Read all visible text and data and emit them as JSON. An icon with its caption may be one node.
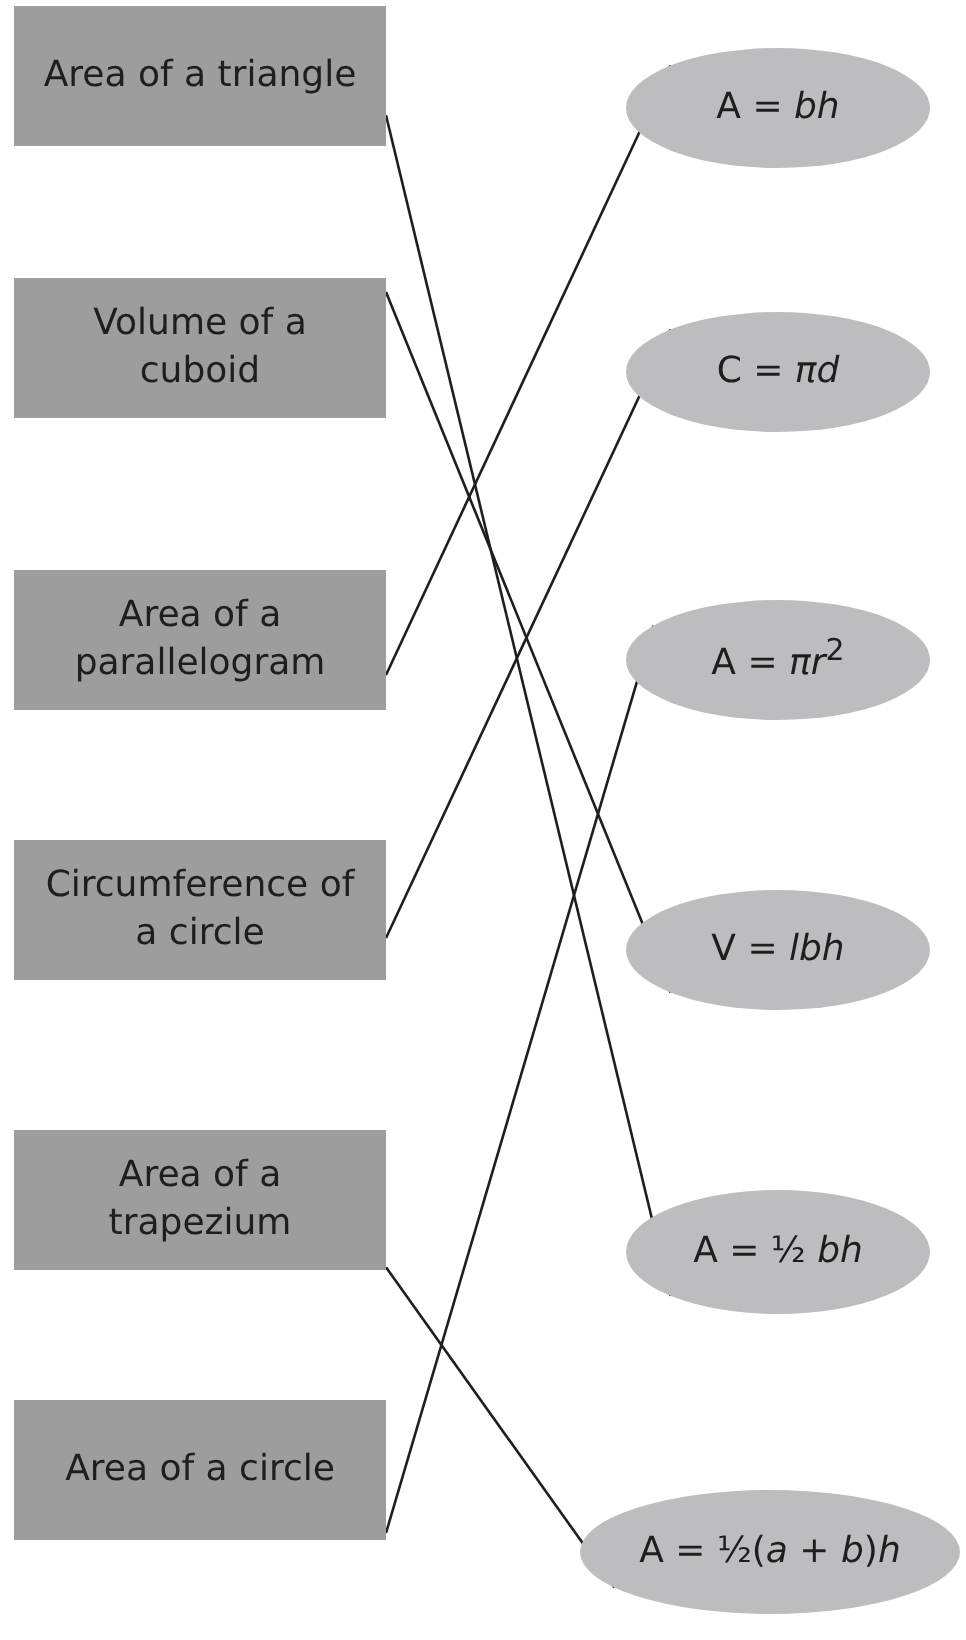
{
  "diagram": {
    "nodes": [
      {
        "text": [
          "Area of a triangle"
        ]
      },
      {
        "text": [
          "Volume of a cuboid"
        ]
      },
      {
        "text": [
          "Area of a parallelogram"
        ]
      },
      {
        "text": [
          "Circumference of a circle"
        ]
      },
      {
        "text": [
          "Area of a trapezium"
        ]
      },
      {
        "text": [
          "Area of a circle"
        ]
      },
      {
        "text": [
          "A = *bh*"
        ]
      },
      {
        "text": [
          "C = *πd*"
        ]
      },
      {
        "text": [
          "A = *πr*$^{2}$"
        ]
      },
      {
        "text": [
          "V = *lbh*"
        ]
      },
      {
        "text": [
          "A = ½ *bh*"
        ]
      },
      {
        "text": [
          "A = ½(*a* + *b*)*h*"
        ]
      }
    ],
    "edges": [
      {
        "from": 0,
        "to": 10,
        "arrow": "none"
      },
      {
        "from": 1,
        "to": 9,
        "arrow": "none"
      },
      {
        "from": 2,
        "to": 6,
        "arrow": "none"
      },
      {
        "from": 3,
        "to": 7,
        "arrow": "none"
      },
      {
        "from": 4,
        "to": 11,
        "arrow": "none"
      },
      {
        "from": 5,
        "to": 8,
        "arrow": "none"
      }
    ]
  }
}
